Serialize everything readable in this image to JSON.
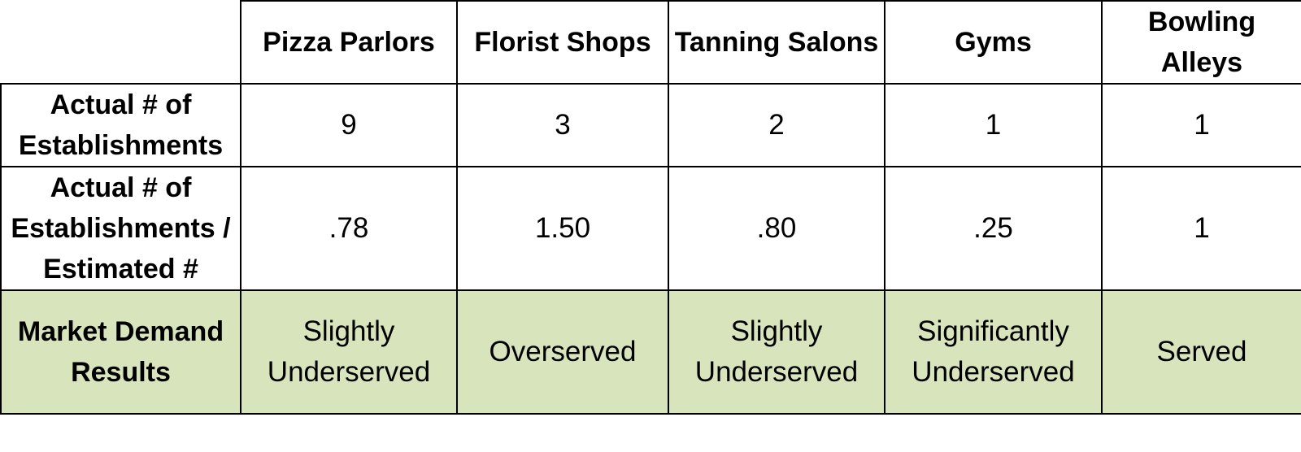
{
  "table": {
    "columns": [
      "Pizza Parlors",
      "Florist Shops",
      "Tanning Salons",
      "Gyms",
      "Bowling Alleys"
    ],
    "rows": [
      {
        "label": "Actual # of Establishments",
        "values": [
          "9",
          "3",
          "2",
          "1",
          "1"
        ]
      },
      {
        "label": "Actual # of Establishments / Estimated #",
        "values": [
          ".78",
          "1.50",
          ".80",
          ".25",
          "1"
        ]
      },
      {
        "label": "Market Demand Results",
        "values": [
          "Slightly Underserved",
          "Overserved",
          "Slightly Underserved",
          "Significantly Underserved",
          "Served"
        ]
      }
    ],
    "highlight_color": "#d8e4bc"
  }
}
